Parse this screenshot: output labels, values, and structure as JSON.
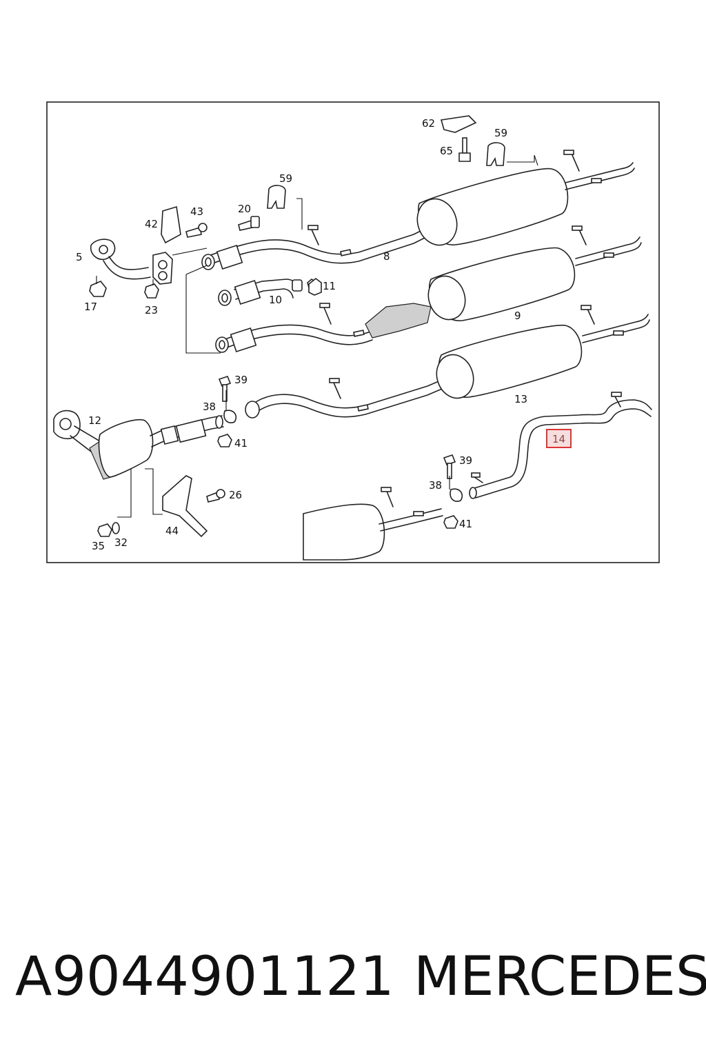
{
  "diagram": {
    "callouts": {
      "c62": "62",
      "c65": "65",
      "c59a": "59",
      "c59b": "59",
      "c42": "42",
      "c43": "43",
      "c20": "20",
      "c5": "5",
      "c17": "17",
      "c23": "23",
      "c8": "8",
      "c10": "10",
      "c11": "11",
      "c9": "9",
      "c39a": "39",
      "c38a": "38",
      "c41a": "41",
      "c12": "12",
      "c13": "13",
      "c26": "26",
      "c35": "35",
      "c32": "32",
      "c44": "44",
      "c39b": "39",
      "c38b": "38",
      "c41b": "41"
    },
    "highlighted_part": "14"
  },
  "footer": {
    "part_number": "A9044901121",
    "brand": "MERCEDES"
  }
}
